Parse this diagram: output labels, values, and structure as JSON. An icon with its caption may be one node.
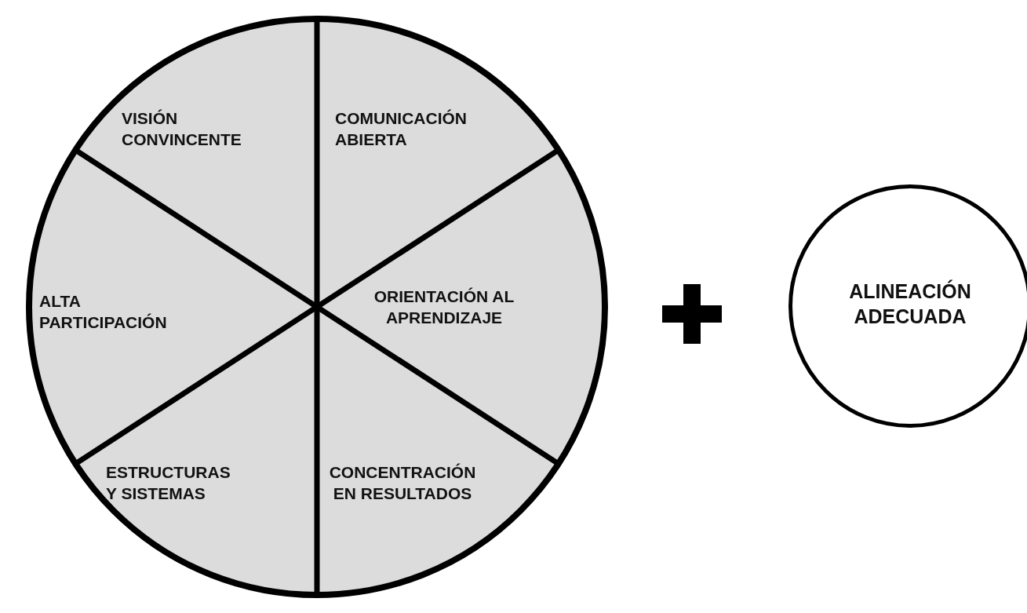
{
  "diagram": {
    "nodes": [
      {
        "text": [],
        "shape": "circle"
      },
      {
        "text": [
          "VISIÓN CONVINCENTE"
        ],
        "in": 0
      },
      {
        "text": [
          "COMUNICACIÓN ABIERTA"
        ],
        "in": 0
      },
      {
        "text": [
          "ALTA PARTICIPACIÓN"
        ],
        "in": 0
      },
      {
        "text": [
          "ORIENTACIÓN AL APRENDIZAJE"
        ],
        "in": 0
      },
      {
        "text": [
          "ESTRUCTURAS Y SISTEMAS"
        ],
        "in": 0
      },
      {
        "text": [
          "CONCENTRACIÓN EN RESULTADOS"
        ],
        "in": 0
      },
      {
        "text": [],
        "shape": "plus"
      },
      {
        "text": [
          "ALINEACIÓN ADECUADA"
        ]
      }
    ],
    "edges": []
  }
}
